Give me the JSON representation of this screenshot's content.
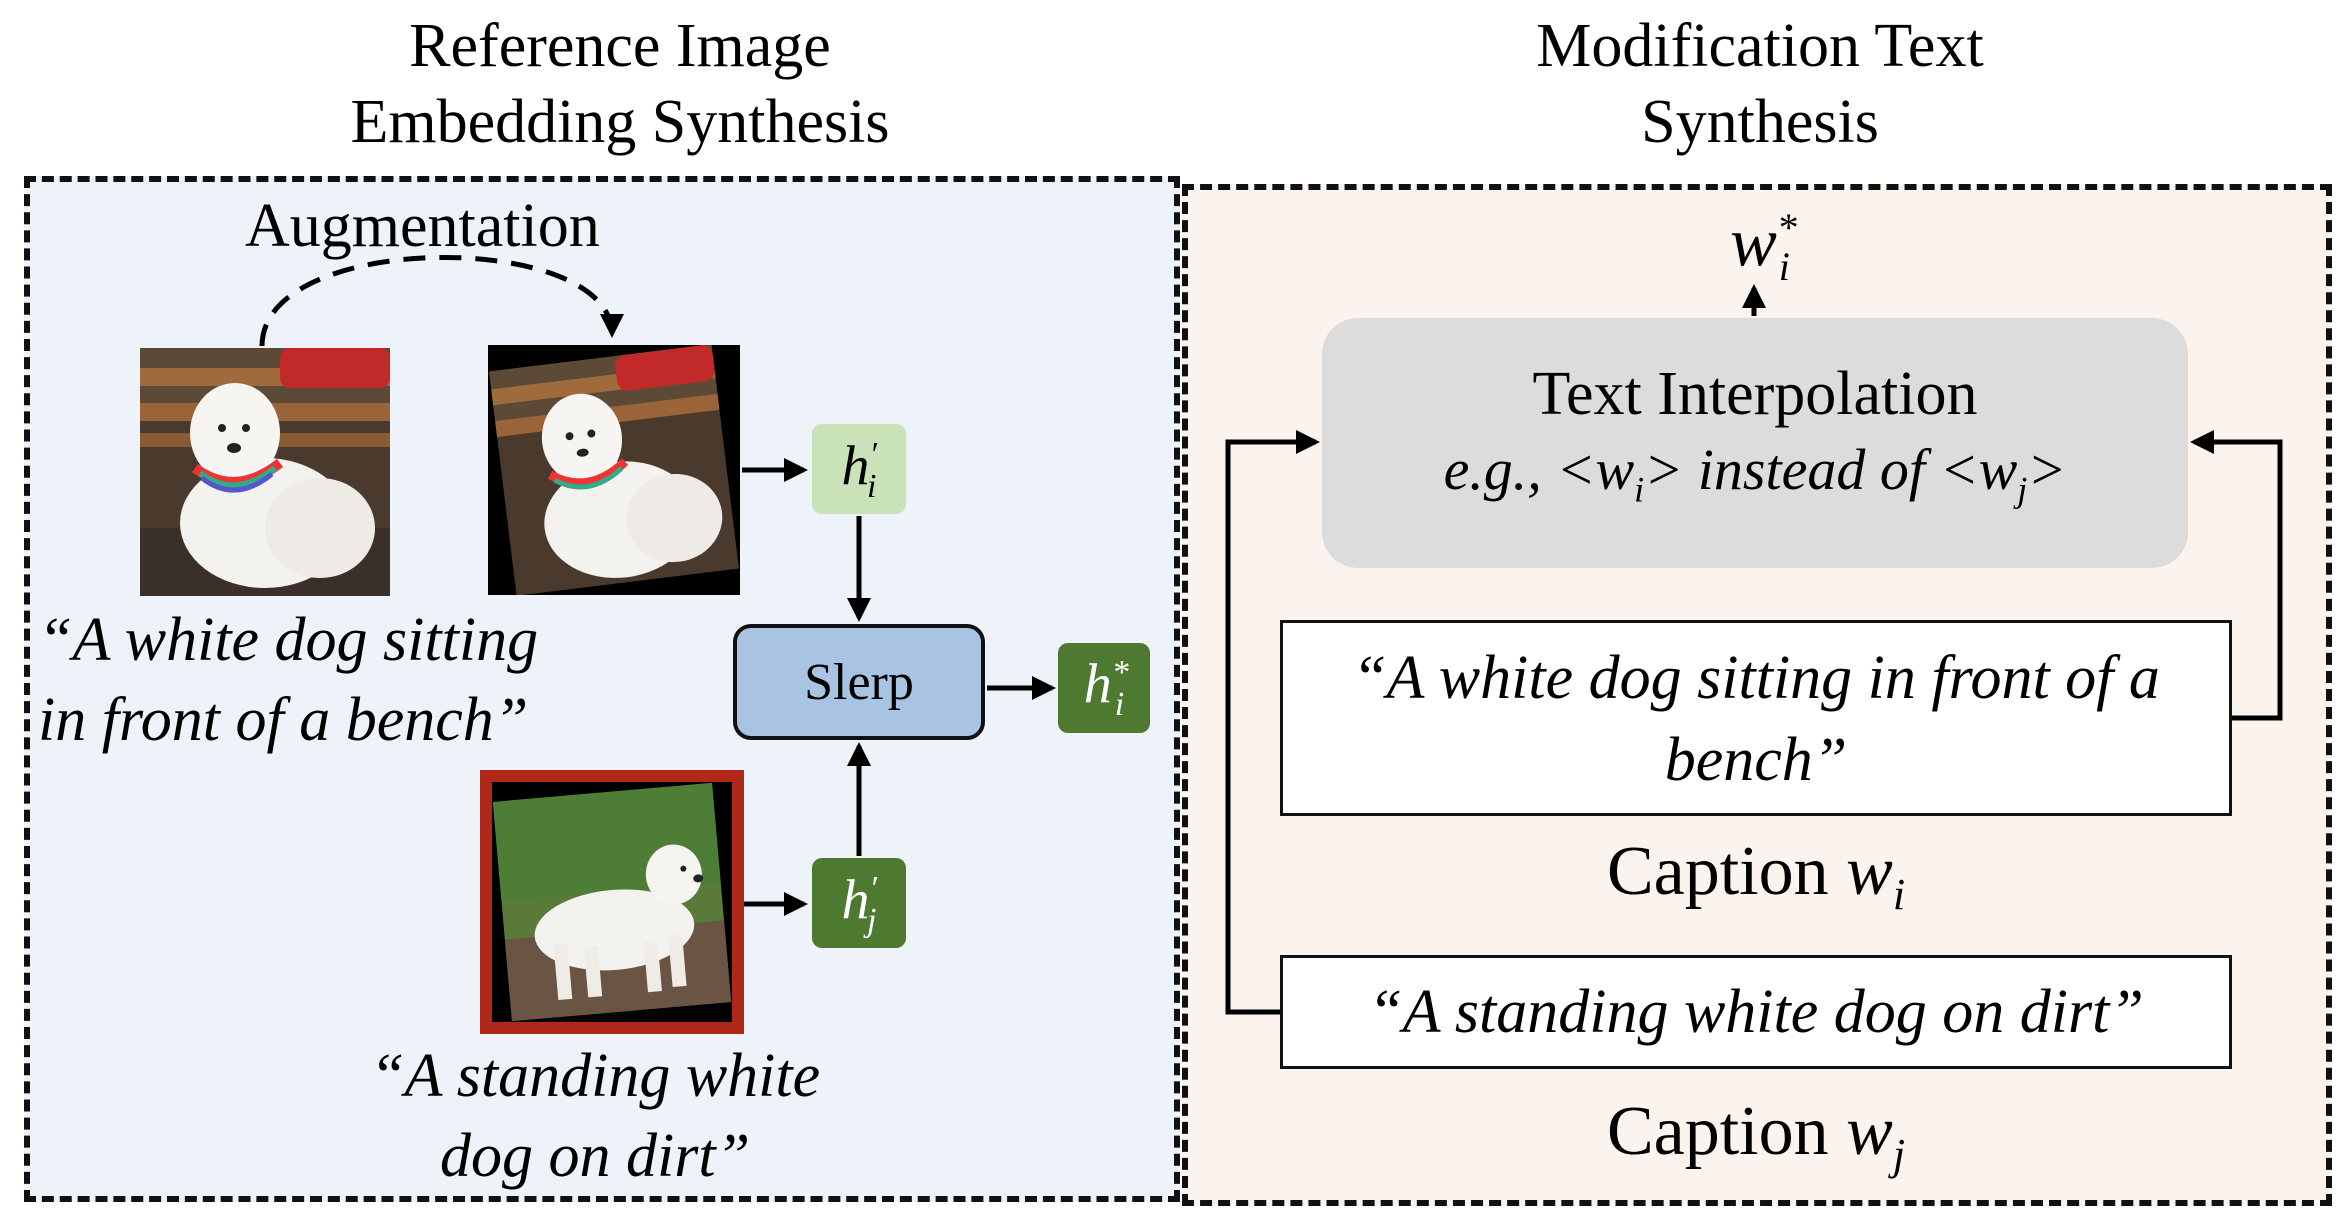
{
  "left_panel": {
    "heading_line1": "Reference Image",
    "heading_line2": "Embedding Synthesis",
    "augmentation_label": "Augmentation",
    "caption_i_line1": "“A white dog sitting",
    "caption_i_line2": "in front of a bench”",
    "caption_j_line1": "“A standing white",
    "caption_j_line2": "dog on dirt”",
    "slerp_label": "Slerp",
    "h_i_prime": {
      "base": "h",
      "sub": "i",
      "sup": "′"
    },
    "h_j_prime": {
      "base": "h",
      "sub": "j",
      "sup": "′"
    },
    "h_i_star": {
      "base": "h",
      "sub": "i",
      "sup": "*"
    },
    "colors": {
      "panel_bg": "#eef2f9",
      "slerp_box": "#a9c4e2",
      "h_prime_light": "#c9e2b8",
      "h_dark": "#4d7a30",
      "red_frame": "#b0281a"
    }
  },
  "right_panel": {
    "heading_line1": "Modification Text",
    "heading_line2": "Synthesis",
    "output": {
      "base": "w",
      "sub": "i",
      "sup": "*"
    },
    "interp_title": "Text Interpolation",
    "interp_example_prefix": "e.g., <w",
    "interp_example_sub1": "i",
    "interp_example_mid": "> instead of <w",
    "interp_example_sub2": "j",
    "interp_example_suffix": ">",
    "caption_i_box_line1": "“A white dog sitting in front of a",
    "caption_i_box_line2": "bench”",
    "caption_i_label_prefix": "Caption ",
    "caption_i_label_var": "w",
    "caption_i_label_sub": "i",
    "caption_j_box": "“A standing white dog on dirt”",
    "caption_j_label_prefix": "Caption ",
    "caption_j_label_var": "w",
    "caption_j_label_sub": "j",
    "colors": {
      "panel_bg": "#faf3ee",
      "interp_box": "#dcdcdc"
    }
  }
}
